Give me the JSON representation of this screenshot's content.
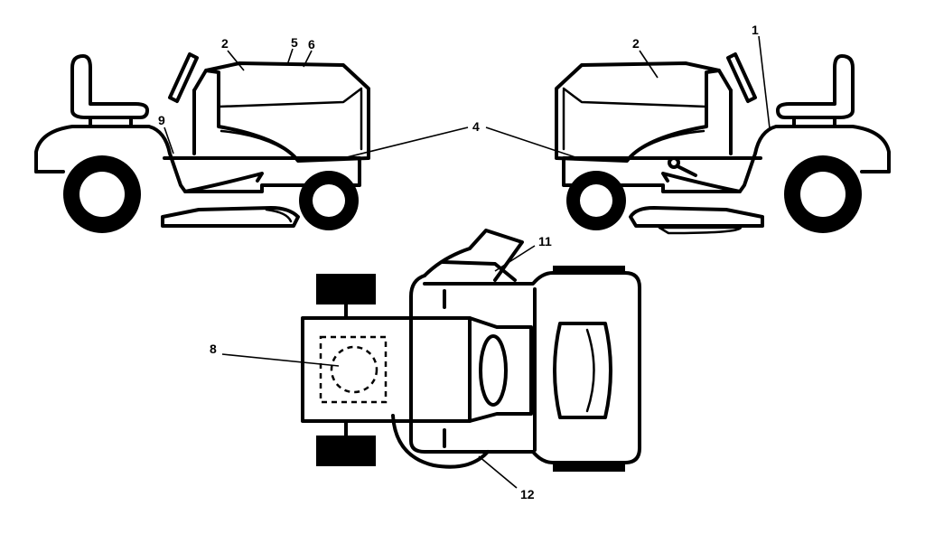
{
  "callouts": {
    "c1": "1",
    "c2_left": "2",
    "c2_right": "2",
    "c4": "4",
    "c5": "5",
    "c6": "6",
    "c8": "8",
    "c9": "9",
    "c11": "11",
    "c12": "12"
  }
}
